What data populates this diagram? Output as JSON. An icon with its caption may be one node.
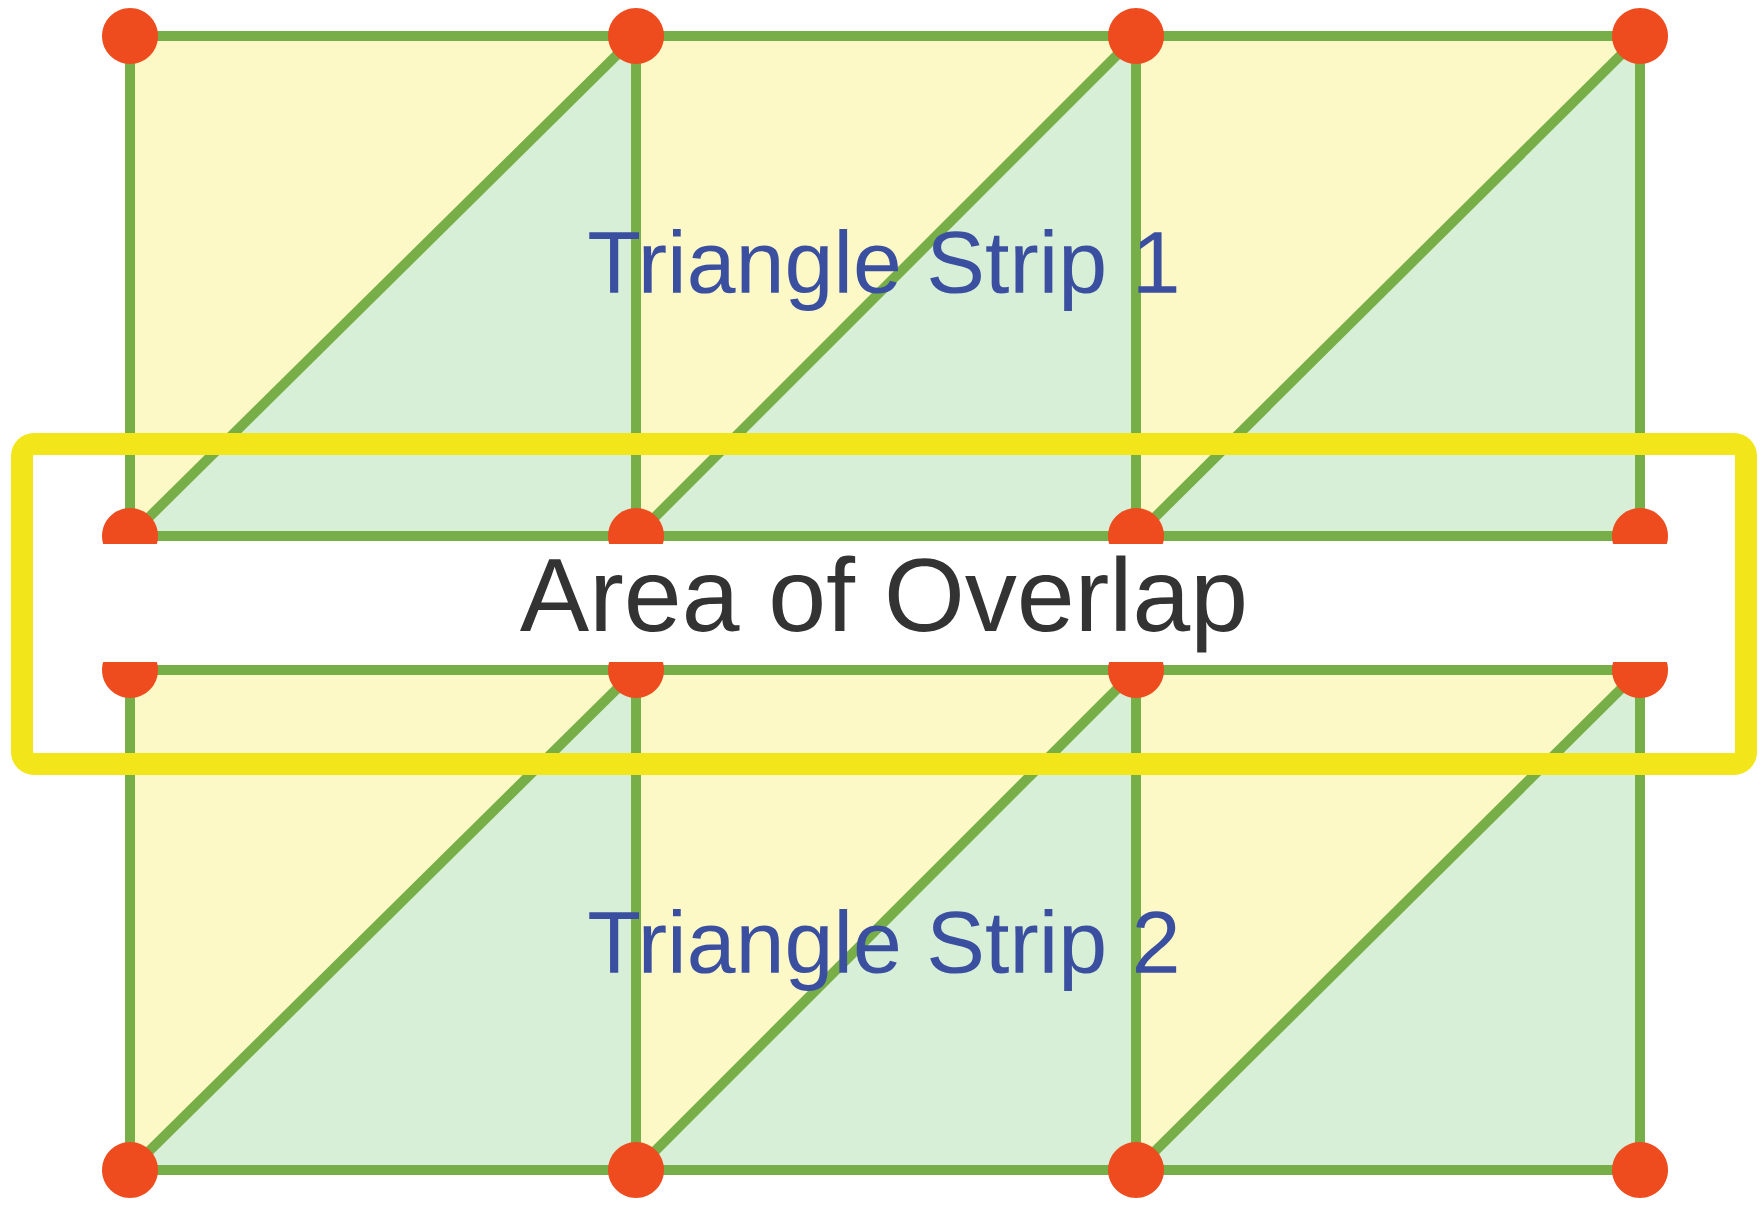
{
  "diagram": {
    "nodes": [
      {
        "text": [
          "Triangle Strip 1"
        ]
      },
      {
        "text": [
          "Area of Overlap"
        ]
      },
      {
        "text": [
          "Triangle Strip 2"
        ]
      }
    ]
  }
}
